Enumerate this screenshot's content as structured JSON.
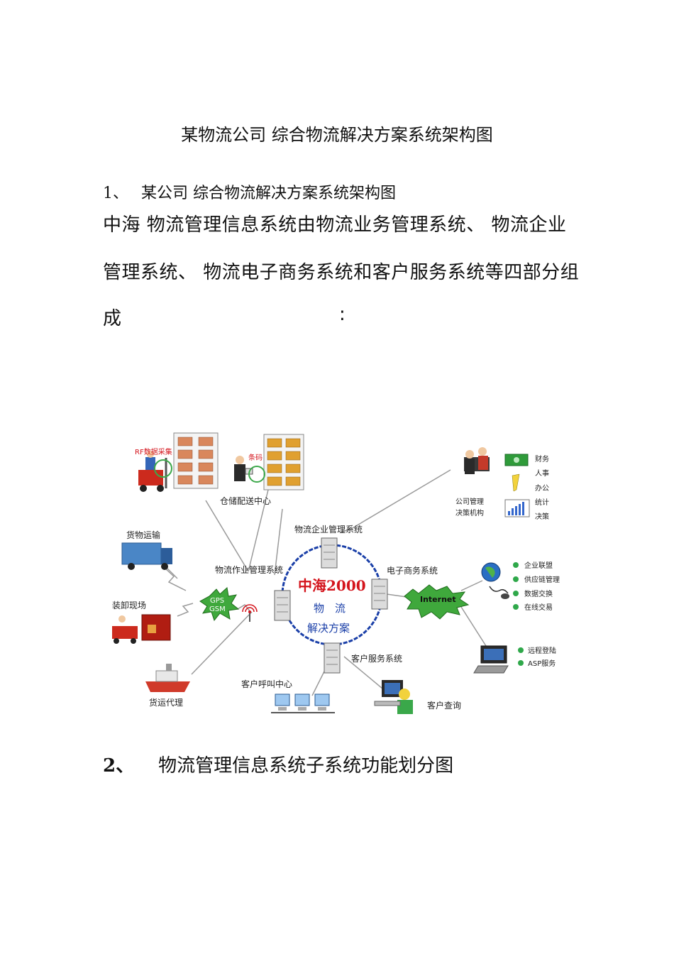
{
  "document": {
    "title": "某物流公司 综合物流解决方案系统架构图",
    "section1": {
      "number": "1、",
      "heading": "某公司 综合物流解决方案系统架构图",
      "paragraph_lines": [
        "中海 物流管理信息系统由物流业务管理系统、 物流企业",
        "管理系统、 物流电子商务系统和客户服务系统等四部分组",
        "成"
      ],
      "colon": ":"
    },
    "section2": {
      "number": "2、",
      "heading": "物流管理信息系统子系统功能划分图"
    }
  },
  "diagram": {
    "center": {
      "brand": "中海2000",
      "line1": "物　流",
      "line2": "解决方案"
    },
    "labels": {
      "rf": "RF数据采集",
      "barcode": "条码",
      "warehouse": "仓储配送中心",
      "enterprise_mgmt": "物流企业管理系统",
      "operations_mgmt": "物流作业管理系统",
      "ecommerce": "电子商务系统",
      "customer_service": "客户服务系统",
      "call_center": "客户呼叫中心",
      "customer_query": "客户查询",
      "cargo_transport": "货物运输",
      "loading_site": "装卸现场",
      "freight_agent": "货运代理",
      "gps": "GPS",
      "gsm": "GSM",
      "internet": "Internet",
      "company_mgmt_1": "公司管理",
      "company_mgmt_2": "决策机构"
    },
    "mgmt_items": [
      "财务",
      "人事",
      "办公",
      "统计",
      "决策"
    ],
    "ecommerce_items": [
      "企业联盟",
      "供应链管理",
      "数据交换",
      "在线交易"
    ],
    "remote_items": [
      "远程登陆",
      "ASP服务"
    ],
    "colors": {
      "ring": "#1a3fa8",
      "brand_red": "#d4141c",
      "center_text": "#1a3fa8",
      "starburst": "#2e9e2e",
      "bullet": "#2fa84a",
      "lines": "#9a9a9a"
    }
  }
}
